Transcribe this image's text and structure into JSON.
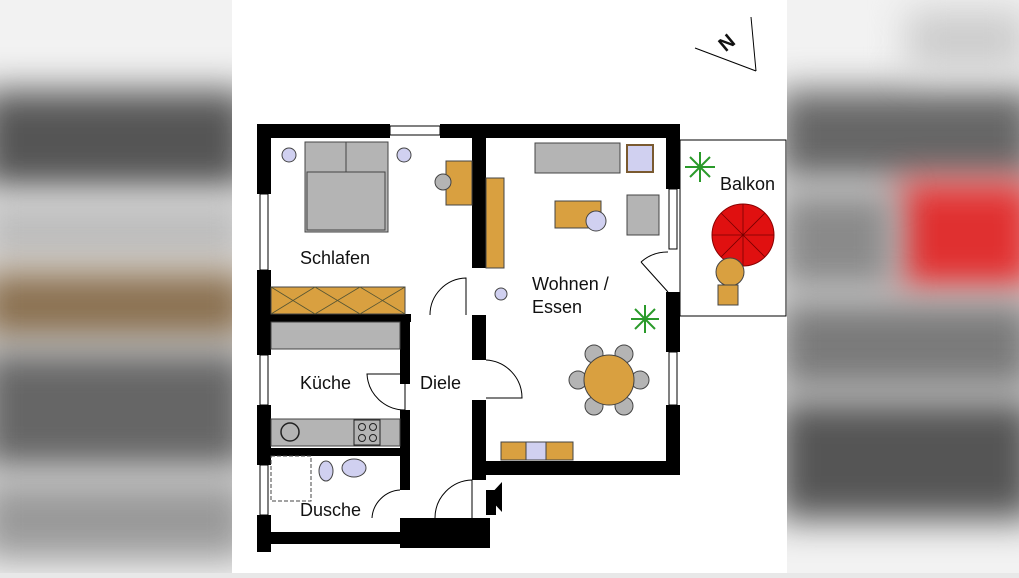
{
  "compass": {
    "label": "N"
  },
  "rooms": {
    "schlafen": "Schlafen",
    "wohnen_line1": "Wohnen /",
    "wohnen_line2": "Essen",
    "balkon": "Balkon",
    "kueche": "Küche",
    "diele": "Diele",
    "dusche": "Dusche"
  },
  "colors": {
    "wall": "#000000",
    "wood": "#d9a040",
    "furniture_grey": "#b4b4b4",
    "fixture": "#d0d0f0",
    "umbrella": "#e01010",
    "plant": "#2a9a2a"
  }
}
